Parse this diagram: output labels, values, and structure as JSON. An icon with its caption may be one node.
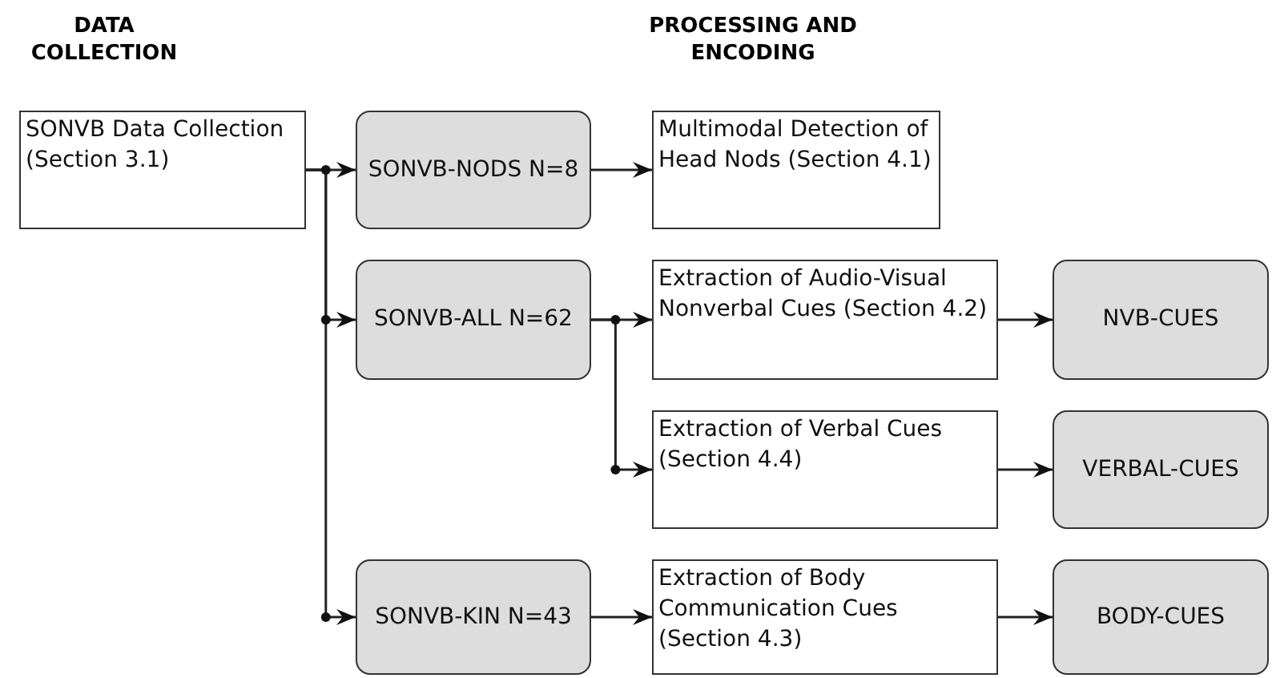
{
  "diagram": {
    "nodes": [
      {
        "text": [
          "SONVB Data Collection (Section 3.1)"
        ]
      },
      {
        "text": [
          "SONVB-NODS N=8"
        ]
      },
      {
        "text": [
          "Multimodal Detection of Head Nods (Section 4.1)"
        ]
      },
      {
        "text": [
          "SONVB-ALL N=62"
        ]
      },
      {
        "text": [
          "Extraction of Audio-Visual Nonverbal Cues (Section 4.2)"
        ]
      },
      {
        "text": [
          "NVB-CUES"
        ]
      },
      {
        "text": [
          "Extraction of Verbal Cues (Section 4.4)"
        ]
      },
      {
        "text": [
          "VERBAL-CUES"
        ]
      },
      {
        "text": [
          "SONVB-KIN N=43"
        ]
      },
      {
        "text": [
          "Extraction of Body Communication Cues (Section 4.3)"
        ]
      },
      {
        "text": [
          "BODY-CUES"
        ]
      }
    ],
    "edges": [
      {
        "from": 0,
        "to": 1,
        "arrow": "to"
      },
      {
        "from": 0,
        "to": 3,
        "arrow": "to"
      },
      {
        "from": 0,
        "to": 8,
        "arrow": "to"
      },
      {
        "from": 1,
        "to": 2,
        "arrow": "to"
      },
      {
        "from": 3,
        "to": 4,
        "arrow": "to"
      },
      {
        "from": 3,
        "to": 6,
        "arrow": "to"
      },
      {
        "from": 4,
        "to": 5,
        "arrow": "to"
      },
      {
        "from": 6,
        "to": 7,
        "arrow": "to"
      },
      {
        "from": 8,
        "to": 9,
        "arrow": "to"
      },
      {
        "from": 9,
        "to": 10,
        "arrow": "to"
      }
    ],
    "labels": [
      "DATA COLLECTION",
      "PROCESSING AND ENCODING"
    ]
  }
}
